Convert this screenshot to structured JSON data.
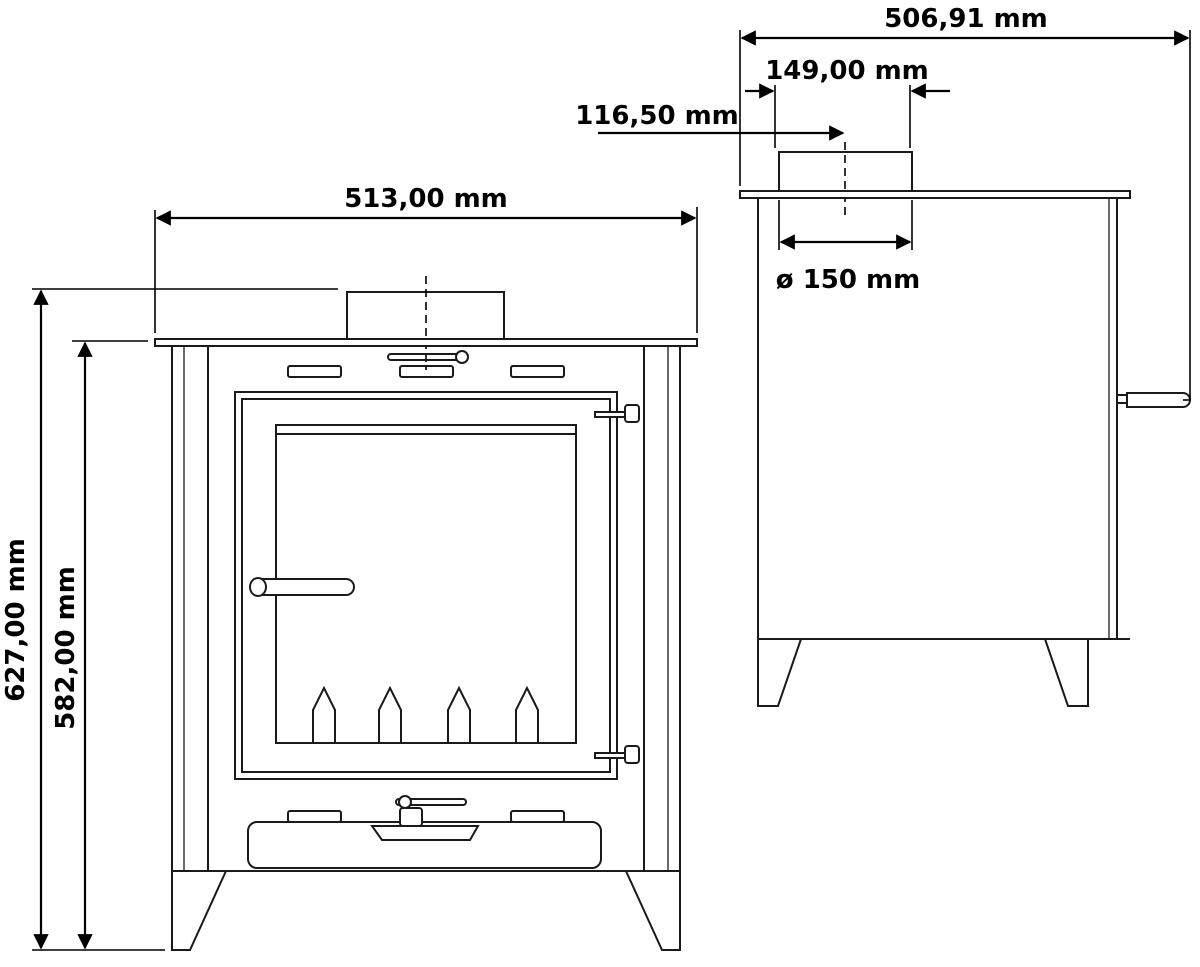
{
  "dimensions": {
    "front_width": "513,00 mm",
    "total_height": "627,00 mm",
    "body_height": "582,00 mm",
    "side_depth": "506,91 mm",
    "flue_offset": "149,00 mm",
    "flue_center": "116,50 mm",
    "flue_diameter": "ø 150 mm"
  },
  "colors": {
    "line": "#1a1a1a",
    "background": "#ffffff"
  }
}
